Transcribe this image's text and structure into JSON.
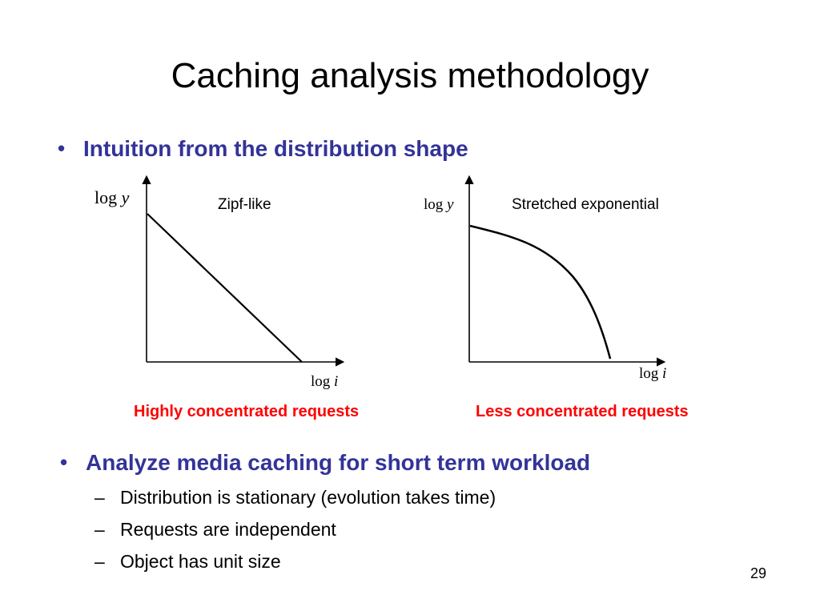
{
  "slide": {
    "title": "Caching analysis methodology",
    "page_number": "29"
  },
  "bullet1": {
    "symbol": "•",
    "text": "Intuition from the distribution shape"
  },
  "left_plot": {
    "ylabel_log": "log",
    "ylabel_var": "y",
    "xlabel_log": "log",
    "xlabel_var": "i",
    "curve_label": "Zipf-like",
    "caption": "Highly concentrated requests"
  },
  "right_plot": {
    "ylabel_log": "log",
    "ylabel_var": "y",
    "xlabel_log": "log",
    "xlabel_var": "i",
    "curve_label": "Stretched exponential",
    "caption": "Less concentrated requests"
  },
  "bullet2": {
    "symbol": "•",
    "text": "Analyze media caching for short term workload",
    "sub_items": [
      {
        "symbol": "–",
        "text": "Distribution is stationary (evolution takes time)"
      },
      {
        "symbol": "–",
        "text": "Requests are independent"
      },
      {
        "symbol": "–",
        "text": "Object has unit size"
      }
    ]
  },
  "colors": {
    "bullet_text": "#333399",
    "caption_text": "#ff0000",
    "title_text": "#000000"
  }
}
